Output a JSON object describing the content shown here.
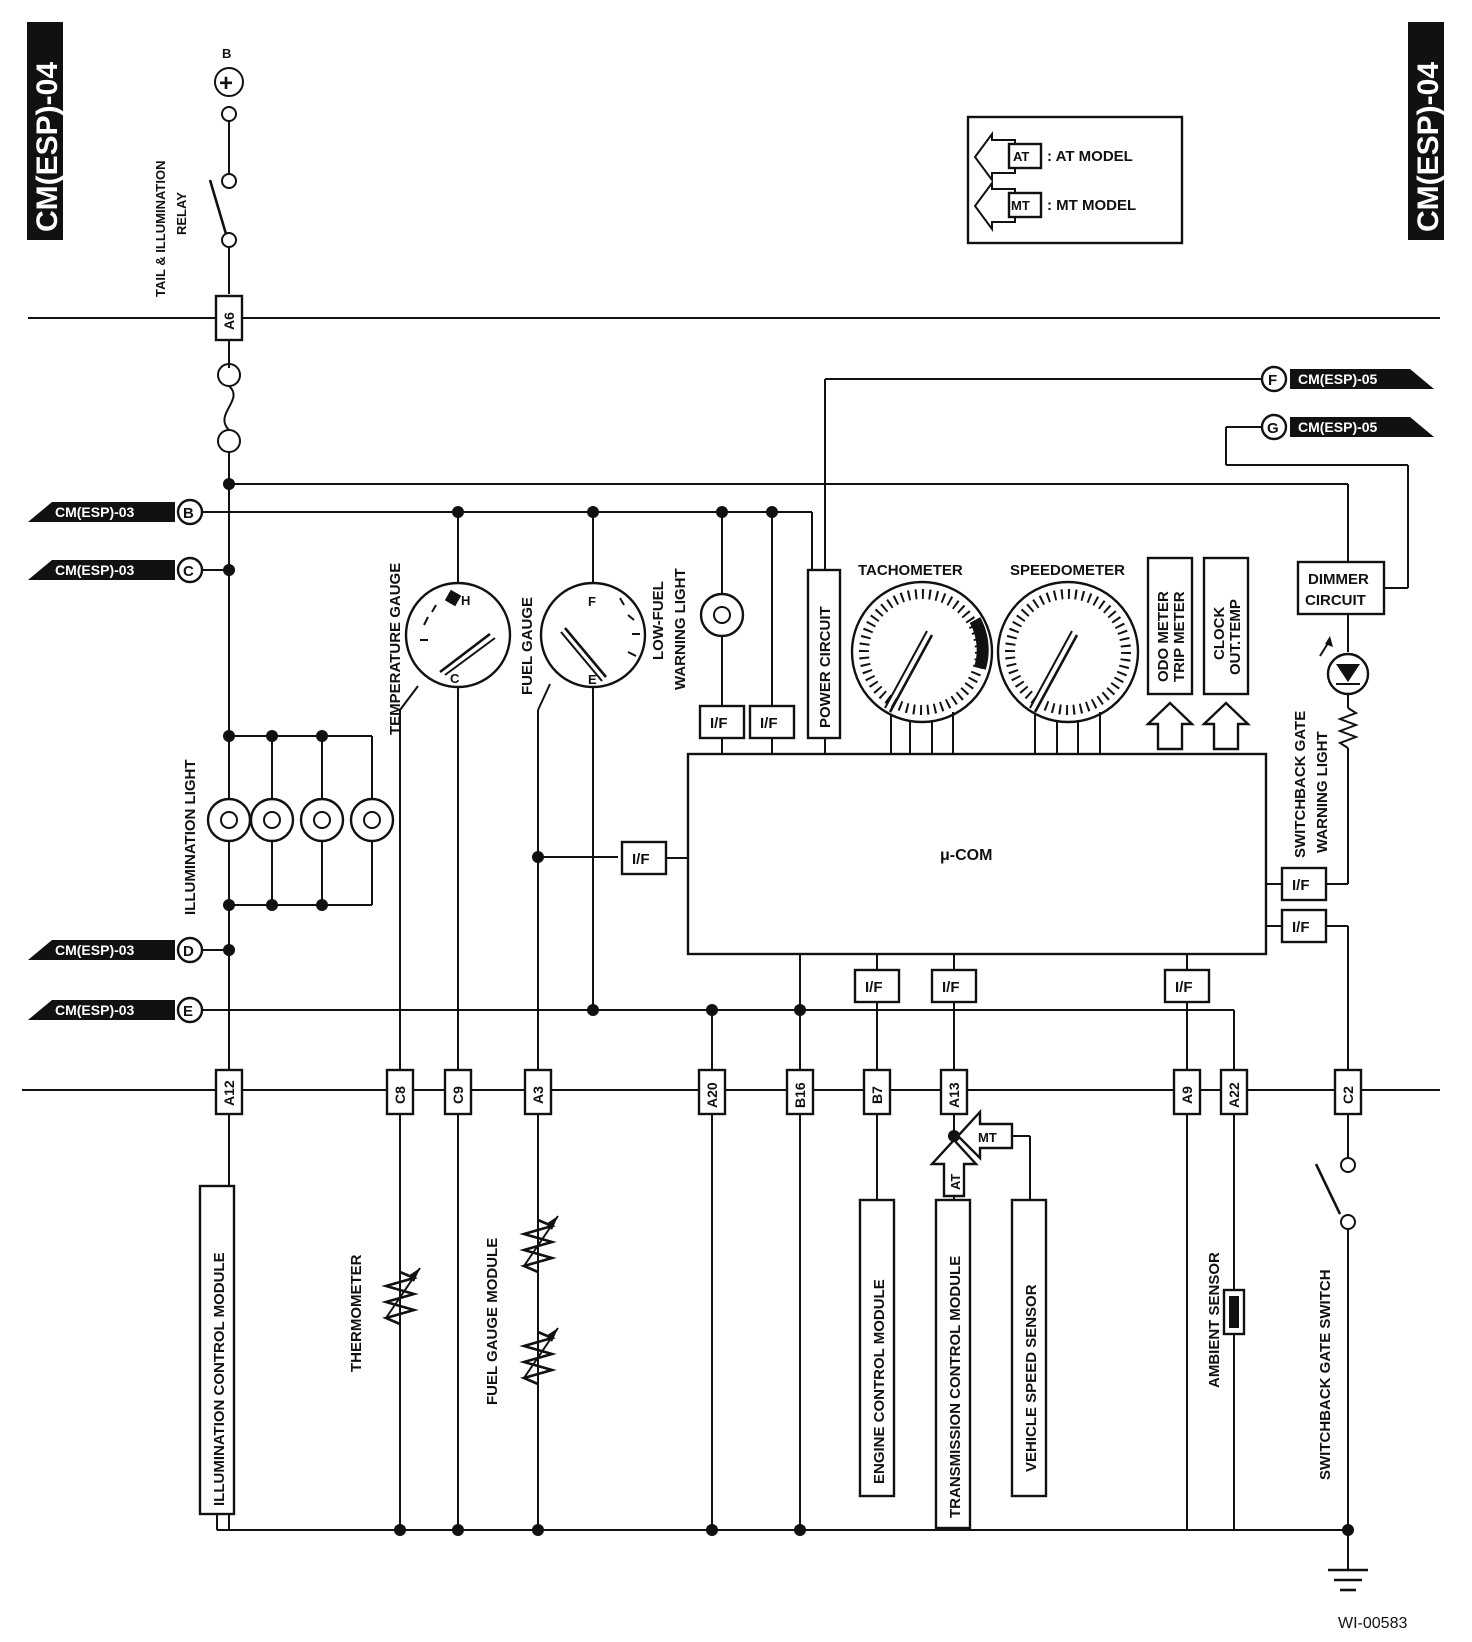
{
  "page_tags": {
    "left": "CM(ESP)-04",
    "right": "CM(ESP)-04"
  },
  "legend": {
    "at_box": "AT",
    "at_text": ": AT MODEL",
    "mt_box": "MT",
    "mt_text": ": MT MODEL"
  },
  "battery": {
    "terminal": "B",
    "symbol": "+"
  },
  "relay_label_1": "TAIL & ILLUMINATION",
  "relay_label_2": "RELAY",
  "off_page_refs": [
    {
      "sheet": "CM(ESP)-03",
      "letter": "B"
    },
    {
      "sheet": "CM(ESP)-03",
      "letter": "C"
    },
    {
      "sheet": "CM(ESP)-03",
      "letter": "D"
    },
    {
      "sheet": "CM(ESP)-03",
      "letter": "E"
    },
    {
      "sheet": "CM(ESP)-05",
      "letter": "F"
    },
    {
      "sheet": "CM(ESP)-05",
      "letter": "G"
    }
  ],
  "connectors": {
    "top": "A6",
    "bottom": [
      "A12",
      "C8",
      "C9",
      "A3",
      "A20",
      "B16",
      "B7",
      "A13",
      "A9",
      "A22",
      "C2"
    ]
  },
  "labels": {
    "illumination_light": "ILLUMINATION LIGHT",
    "temperature_gauge": "TEMPERATURE GAUGE",
    "fuel_gauge": "FUEL GAUGE",
    "low_fuel_1": "LOW-FUEL",
    "low_fuel_2": "WARNING LIGHT",
    "power_circuit": "POWER CIRCUIT",
    "tachometer": "TACHOMETER",
    "speedometer": "SPEEDOMETER",
    "odo_1": "ODO METER",
    "odo_2": "TRIP METER",
    "clock_1": "CLOCK",
    "clock_2": "OUT.TEMP",
    "dimmer_1": "DIMMER",
    "dimmer_2": "CIRCUIT",
    "sbg_light_1": "SWITCHBACK GATE",
    "sbg_light_2": "WARNING LIGHT",
    "ucom": "μ-COM",
    "interface": "I/F",
    "gauge_h": "H",
    "gauge_c": "C",
    "gauge_f": "F",
    "gauge_e": "E",
    "illum_module": "ILLUMINATION CONTROL MODULE",
    "thermometer": "THERMOMETER",
    "fuel_module": "FUEL GAUGE MODULE",
    "ecm": "ENGINE CONTROL MODULE",
    "tcm": "TRANSMISSION CONTROL MODULE",
    "vss": "VEHICLE SPEED SENSOR",
    "ambient": "AMBIENT SENSOR",
    "sbg_switch": "SWITCHBACK GATE SWITCH",
    "at_arrow": "AT",
    "mt_arrow": "MT"
  },
  "figure_id": "WI-00583"
}
